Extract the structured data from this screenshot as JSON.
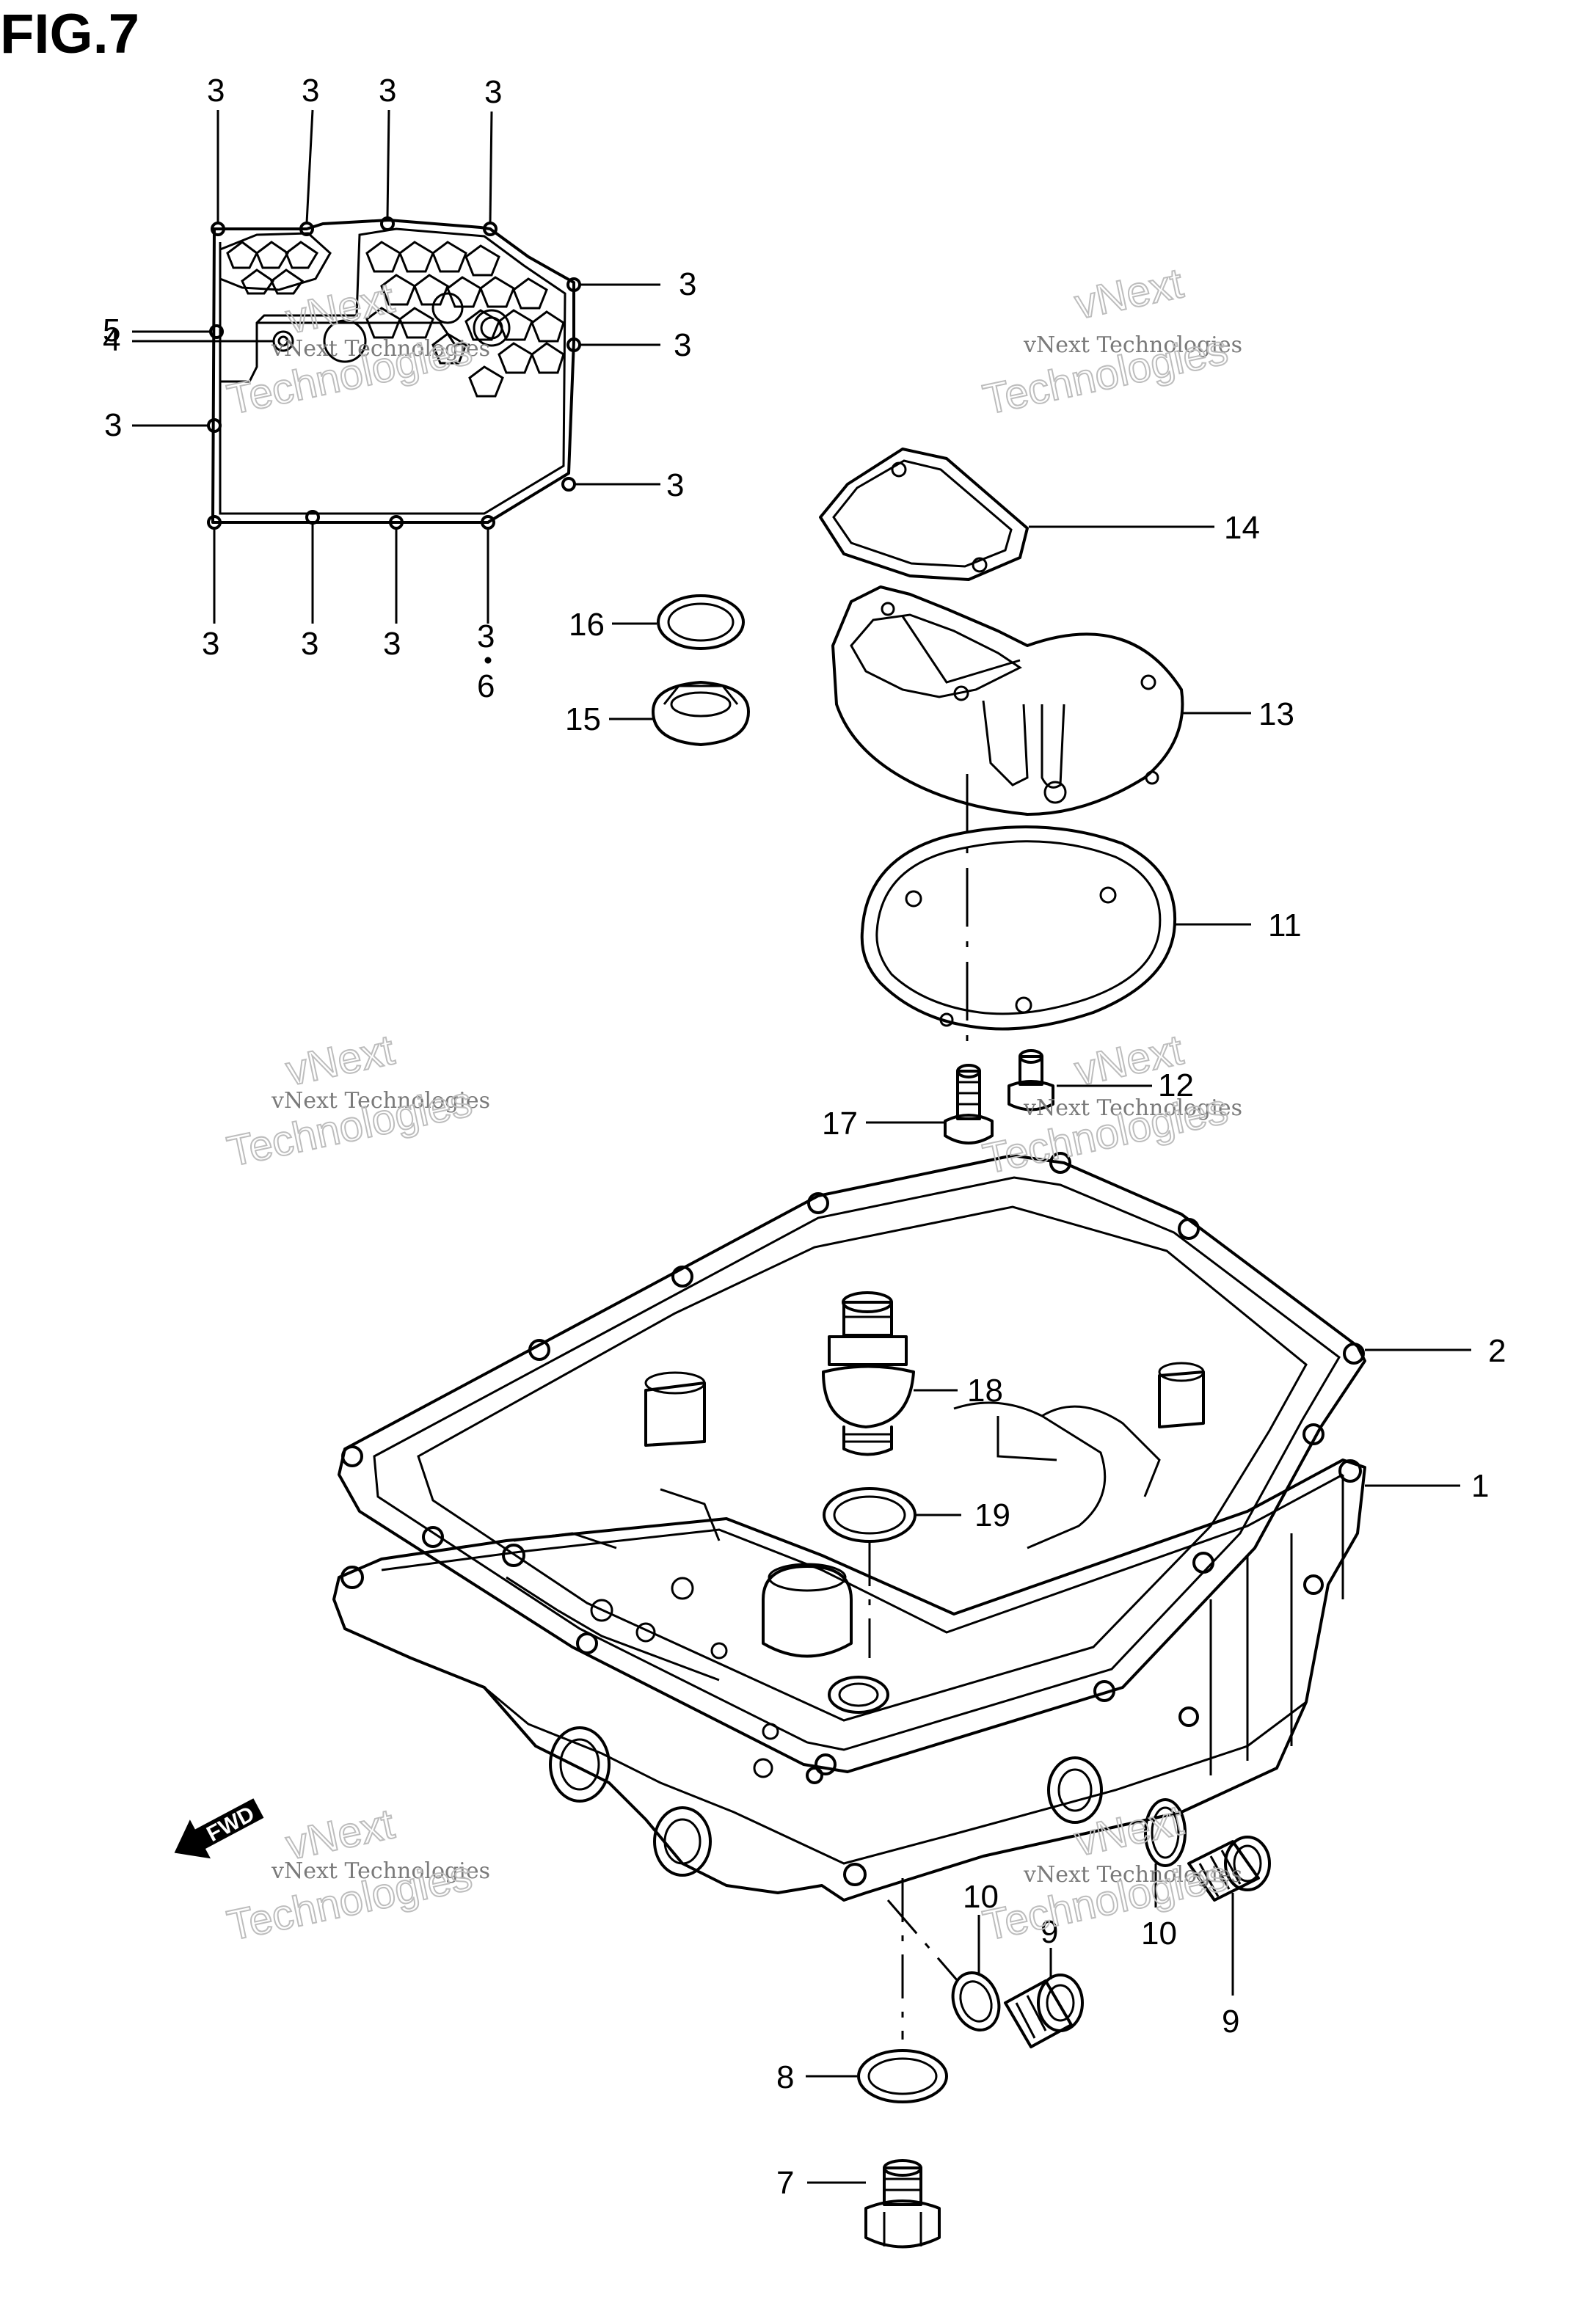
{
  "figure": {
    "title": "FIG.7"
  },
  "watermark": {
    "line1": "vNext Technologies",
    "line2": "vNext",
    "line3": "Technologies"
  },
  "direction_label": "FWD",
  "callouts": {
    "c3_a": "3",
    "c3_b": "3",
    "c3_c": "3",
    "c3_d": "3",
    "c3_e": "3",
    "c3_f": "3",
    "c3_g": "3",
    "c3_h": "3",
    "c3_i": "3",
    "c3_j": "3",
    "c3_k": "3",
    "c5": "5",
    "c4": "4",
    "c6": "6",
    "c14": "14",
    "c16": "16",
    "c15": "15",
    "c13": "13",
    "c11": "11",
    "c12": "12",
    "c17": "17",
    "c2": "2",
    "c18": "18",
    "c19": "19",
    "c1": "1",
    "c10_a": "10",
    "c9_a": "9",
    "c10_b": "10",
    "c9_b": "9",
    "c8": "8",
    "c7": "7"
  },
  "colors": {
    "line": "#000000",
    "background": "#ffffff",
    "watermark": "#7a7a7a"
  }
}
